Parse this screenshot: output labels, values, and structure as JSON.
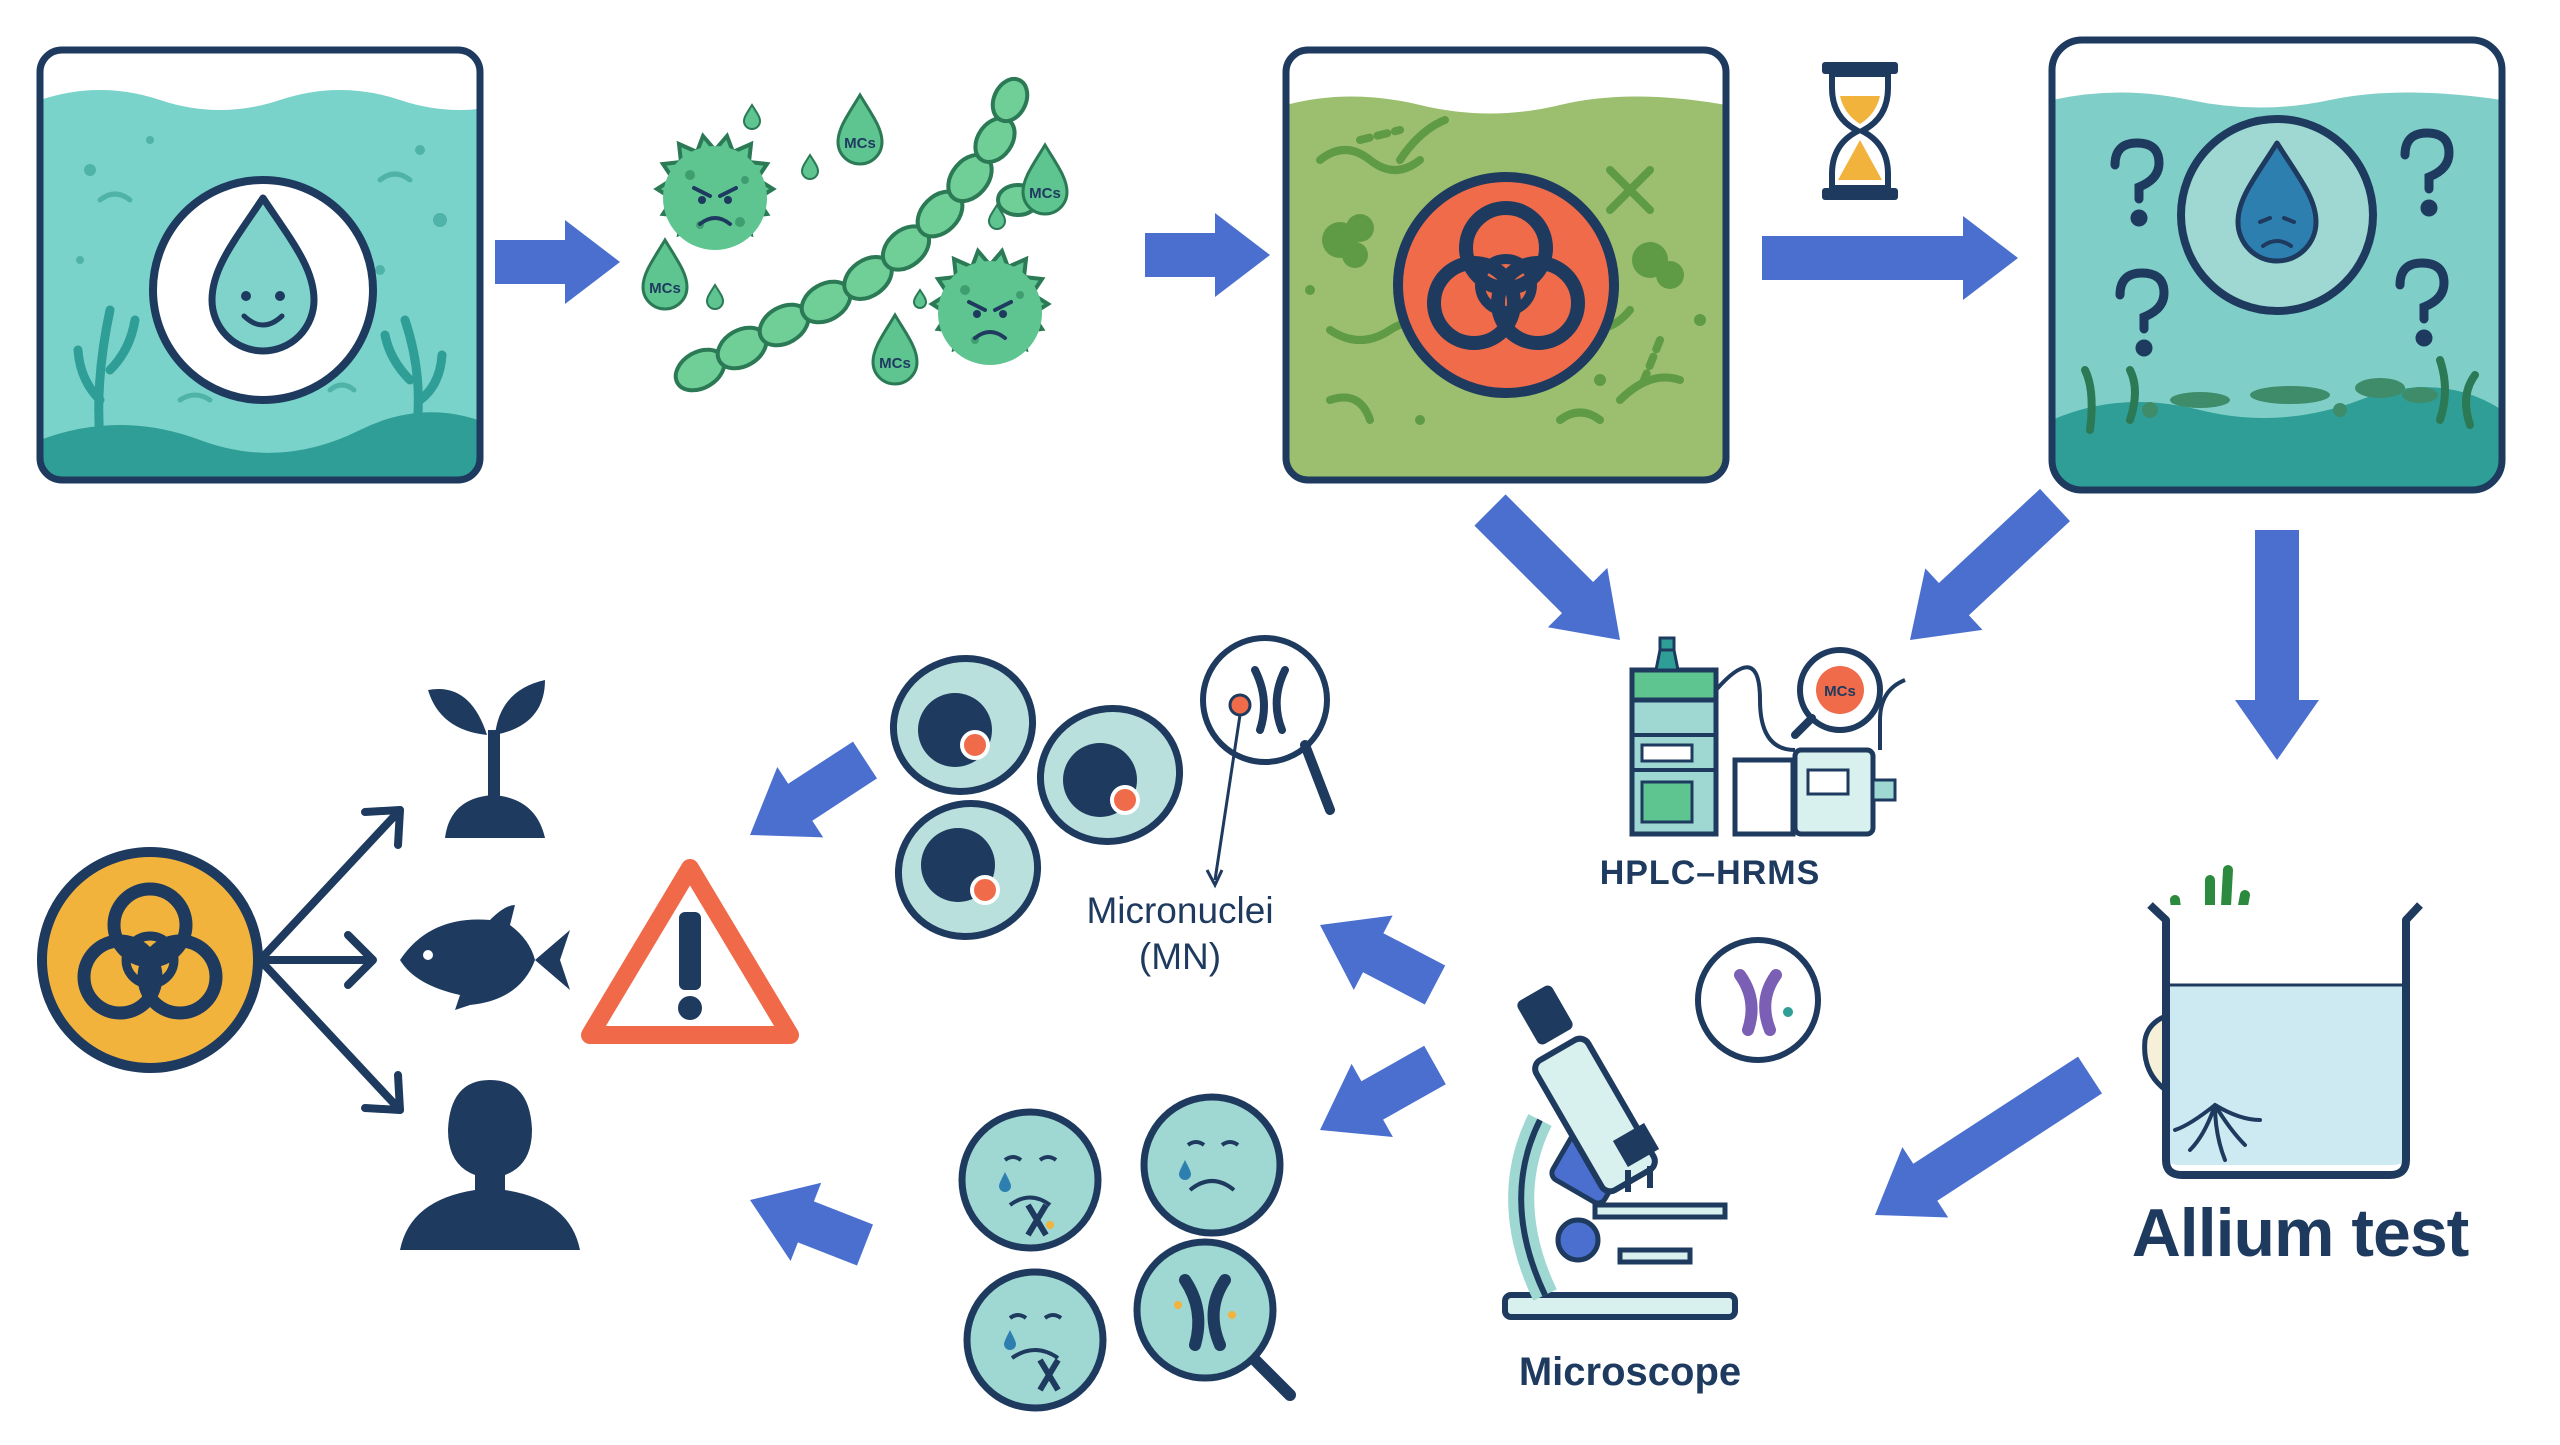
{
  "diagram": {
    "toxin_tag": "MCs",
    "labels": {
      "hplc": "HPLC–HRMS",
      "micronuclei_line1": "Micronuclei",
      "micronuclei_line2": "(MN)",
      "allium": "Allium test",
      "microscope": "Microscope"
    }
  },
  "colors": {
    "arrow": "#4a6fcf",
    "navy": "#1e3a5f",
    "water_teal": "#72cfc7",
    "water_dark": "#2f9e96",
    "algae_green": "#5ec490",
    "polluted_green": "#9bbf6f",
    "biohazard_red": "#ef6b4a",
    "biohazard_yellow": "#f2b33d",
    "warning_orange": "#f06a4a",
    "cell_fill": "#b9e0dc"
  }
}
